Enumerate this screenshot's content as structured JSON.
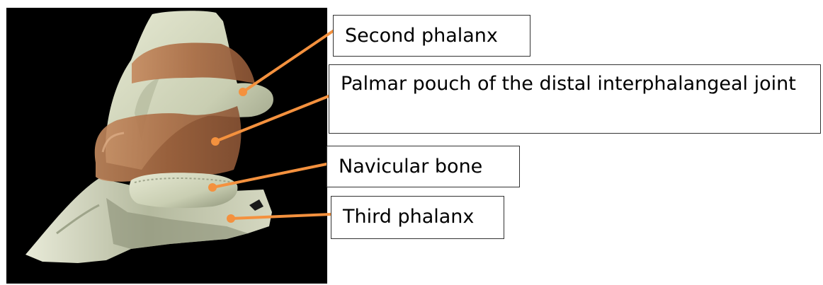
{
  "labels": {
    "second_phalanx": "Second phalanx",
    "palmar_pouch": "Palmar pouch of the distal interphalangeal joint",
    "navicular_bone": "Navicular bone",
    "third_phalanx": "Third phalanx"
  },
  "colors": {
    "background_panel": "#000000",
    "bone": "#d9dcc4",
    "bone_shadow": "#9ea48a",
    "joint_pouch": "#b6784e",
    "leader_line": "#f4913e",
    "box_border": "#333333"
  }
}
